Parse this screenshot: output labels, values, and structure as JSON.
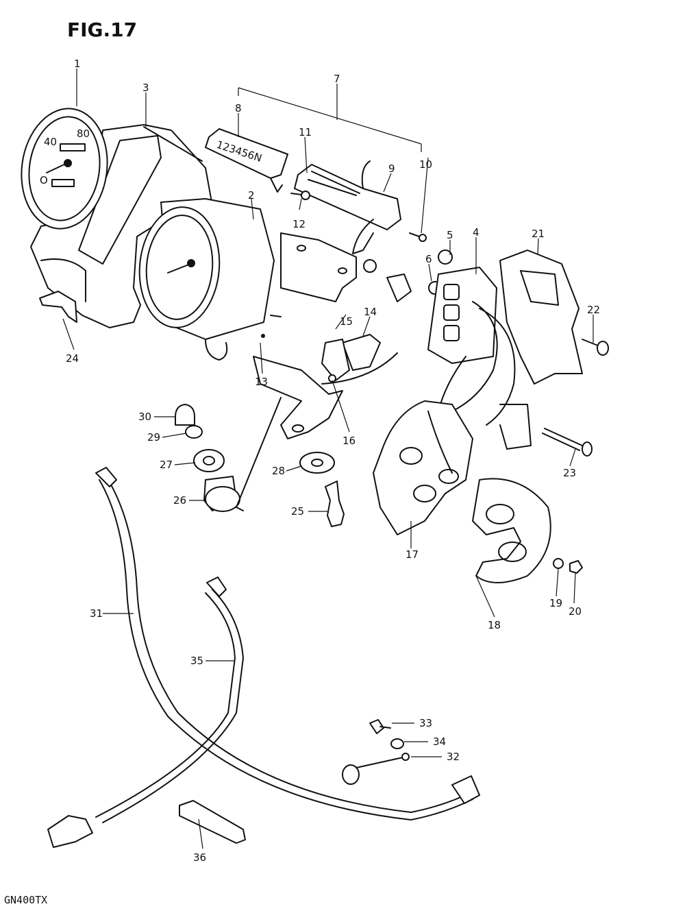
{
  "figure": {
    "title": "FIG.17",
    "model": "GN400TX"
  },
  "callouts": {
    "c1": "1",
    "c2": "2",
    "c3": "3",
    "c4": "4",
    "c5": "5",
    "c6": "6",
    "c7": "7",
    "c8": "8",
    "c9": "9",
    "c10": "10",
    "c11": "11",
    "c12": "12",
    "c13": "13",
    "c14": "14",
    "c15": "15",
    "c16": "16",
    "c17": "17",
    "c18": "18",
    "c19": "19",
    "c20": "20",
    "c21": "21",
    "c22": "22",
    "c23": "23",
    "c24": "24",
    "c25": "25",
    "c26": "26",
    "c27": "27",
    "c28": "28",
    "c29": "29",
    "c30": "30",
    "c31": "31",
    "c32": "32",
    "c33": "33",
    "c34": "34",
    "c35": "35",
    "c36": "36"
  },
  "gear_indicator_digits": "123456N"
}
